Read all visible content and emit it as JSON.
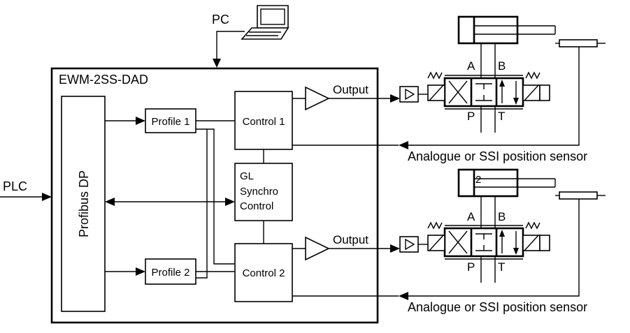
{
  "diagram": {
    "controller_label": "EWM-2SS-DAD",
    "pc_label": "PC",
    "plc_label": "PLC",
    "bus_label": "Profibus DP",
    "profile_1": "Profile 1",
    "profile_2": "Profile 2",
    "control_1": "Control 1",
    "control_2": "Control 2",
    "sync_line_1": "GL",
    "sync_line_2": "Synchro",
    "sync_line_3": "Control",
    "output_1": "Output",
    "output_2": "Output",
    "sensor_1": "Analogue or SSI position sensor",
    "sensor_2": "Analogue or SSI position sensor",
    "port_a_1": "A",
    "port_b_1": "B",
    "port_p_1": "P",
    "port_t_1": "T",
    "port_a_2": "A",
    "port_b_2": "B",
    "port_p_2": "P",
    "port_t_2": "T",
    "cylinder_2_mark": "2"
  }
}
